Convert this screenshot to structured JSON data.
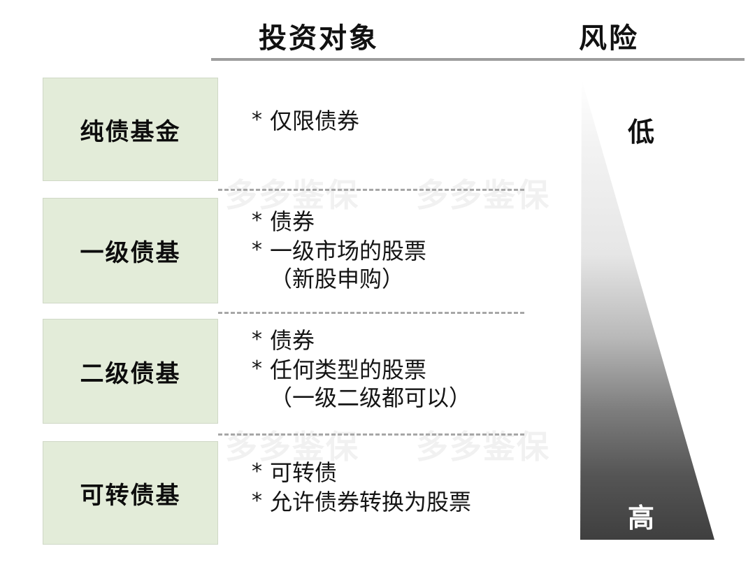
{
  "headers": {
    "investment": "投资对象",
    "risk": "风险"
  },
  "watermark": {
    "text": "多多鉴保",
    "color": "#f1f1f1"
  },
  "colors": {
    "label_box_fill": "#e3ecd9",
    "label_box_border": "#cfd8c6",
    "header_rule": "#9d9d9d",
    "dashed_separator": "#a7a7a7",
    "triangle_top": "#f5f5f5",
    "triangle_bottom": "#3f3f3f",
    "text": "#141414"
  },
  "rows": [
    {
      "label": "纯债基金",
      "lines": [
        {
          "bullet": "*",
          "text": "仅限债券"
        }
      ]
    },
    {
      "label": "一级债基",
      "lines": [
        {
          "bullet": "*",
          "text": "债券"
        },
        {
          "bullet": "*",
          "text": "一级市场的股票",
          "continuation": "（新股申购）"
        }
      ]
    },
    {
      "label": "二级债基",
      "lines": [
        {
          "bullet": "*",
          "text": "债券"
        },
        {
          "bullet": "*",
          "text": "任何类型的股票",
          "continuation": "（一级二级都可以）"
        }
      ]
    },
    {
      "label": "可转债基",
      "lines": [
        {
          "bullet": "*",
          "text": "可转债"
        },
        {
          "bullet": "*",
          "text": "允许债券转换为股票"
        }
      ]
    }
  ],
  "risk_scale": {
    "low_label": "低",
    "high_label": "高",
    "direction": "low at top, high at bottom"
  }
}
